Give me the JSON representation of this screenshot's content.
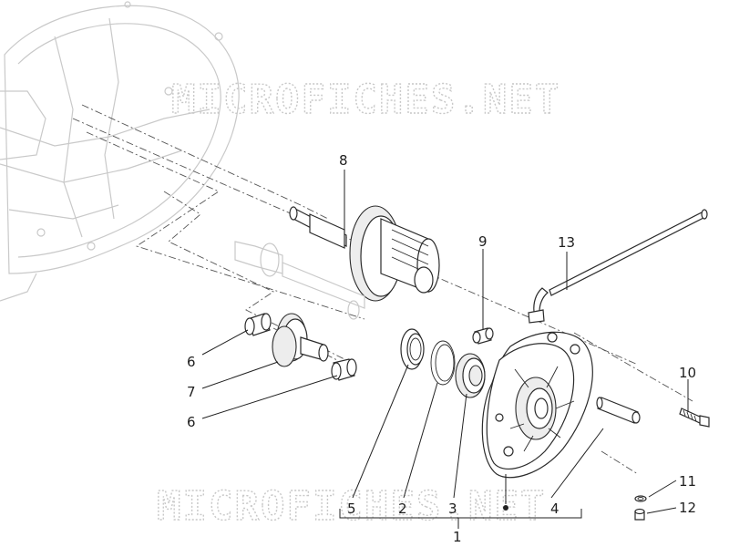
{
  "watermark": {
    "text": "MICROFICHES.NET"
  },
  "callouts": [
    {
      "id": "label-8",
      "text": "8"
    },
    {
      "id": "label-9",
      "text": "9"
    },
    {
      "id": "label-13",
      "text": "13"
    },
    {
      "id": "label-6a",
      "text": "6"
    },
    {
      "id": "label-7",
      "text": "7"
    },
    {
      "id": "label-6b",
      "text": "6"
    },
    {
      "id": "label-10",
      "text": "10"
    },
    {
      "id": "label-11",
      "text": "11"
    },
    {
      "id": "label-12",
      "text": "12"
    },
    {
      "id": "label-5",
      "text": "5"
    },
    {
      "id": "label-2",
      "text": "2"
    },
    {
      "id": "label-3",
      "text": "3"
    },
    {
      "id": "label-4",
      "text": "4"
    },
    {
      "id": "label-1",
      "text": "1"
    }
  ]
}
